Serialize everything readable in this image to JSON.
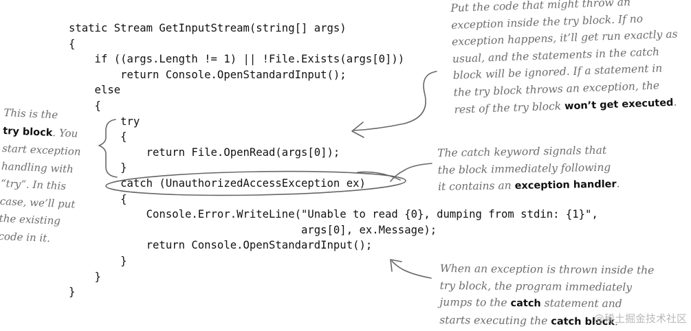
{
  "code_lines": [
    "static Stream GetInputStream(string[] args)",
    "{",
    "    if ((args.Length != 1) || !File.Exists(args[0]))",
    "        return Console.OpenStandardInput();",
    "    else",
    "    {",
    "        try",
    "        {",
    "            return File.OpenRead(args[0]);",
    "        }",
    "        catch (UnauthorizedAccessException ex)",
    "        {",
    "            Console.Error.WriteLine(\"Unable to read {0}, dumping from stdin: {1}\",",
    "                                    args[0], ex.Message);",
    "            return Console.OpenStandardInput();",
    "        }",
    "    }",
    "}"
  ],
  "annotations": {
    "try_block": {
      "lines": [
        [
          "This is the"
        ],
        [
          "",
          "try block",
          ". You"
        ],
        [
          "start exception"
        ],
        [
          "handling with"
        ],
        [
          "“try”. In this"
        ],
        [
          "case, we’ll put"
        ],
        [
          "the existing"
        ],
        [
          "code in it."
        ]
      ]
    },
    "try_code": {
      "lines": [
        [
          "Put the code that might throw an"
        ],
        [
          "exception inside the try block. If no"
        ],
        [
          "exception happens, it’ll get run exactly as"
        ],
        [
          "usual, and the statements in the catch"
        ],
        [
          "block will be ignored. If a statement in"
        ],
        [
          "the try block throws an exception, the"
        ],
        [
          "rest of the try block ",
          "won’t get executed",
          "."
        ]
      ]
    },
    "catch_keyword": {
      "lines": [
        [
          "The catch keyword signals that"
        ],
        [
          "the block immediately following"
        ],
        [
          "it contains an ",
          "exception handler",
          "."
        ]
      ]
    },
    "exception_thrown": {
      "lines": [
        [
          "When an exception is thrown inside the"
        ],
        [
          "try block, the program immediately"
        ],
        [
          "jumps to the ",
          "catch",
          " statement and"
        ],
        [
          "starts executing the ",
          "catch block",
          "."
        ]
      ]
    }
  },
  "watermark": "@稀土掘金技术社区",
  "colors": {
    "code_text": "#111111",
    "annotation_text": "#6d6d6d",
    "annotation_bold": "#111111",
    "pen_stroke": "#666666",
    "watermark": "#b9b9b9"
  }
}
